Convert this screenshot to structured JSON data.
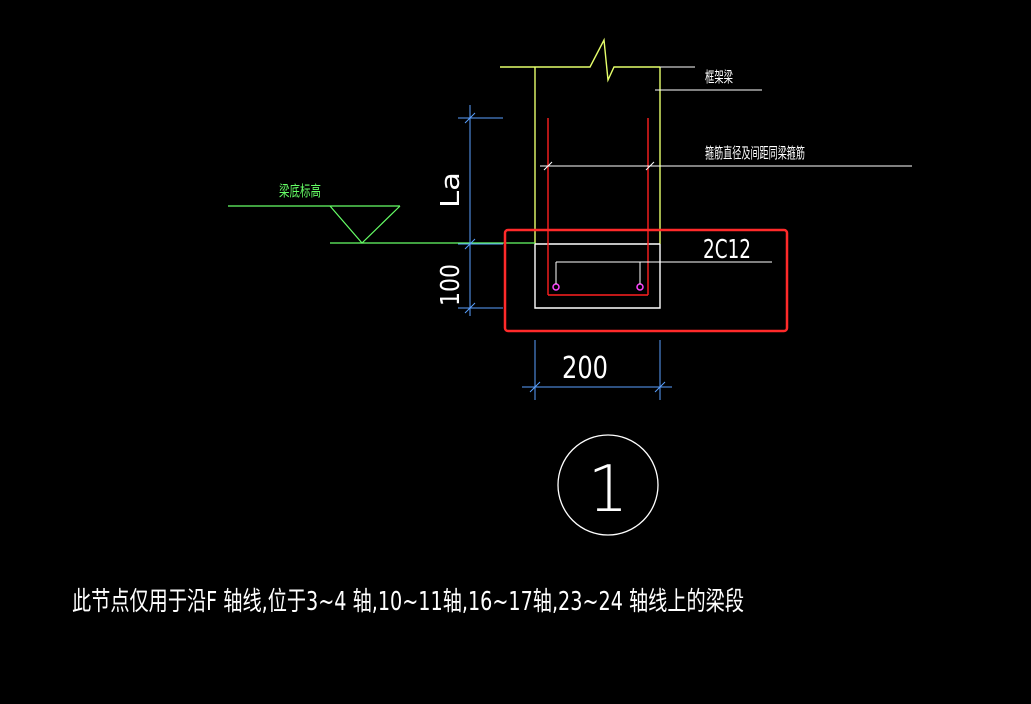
{
  "drawing": {
    "labels": {
      "frame_beam": "框架梁",
      "stirrup_note": "箍筋直径及间距同梁箍筋",
      "beam_bottom_elevation": "梁底标高",
      "rebar": "2C12",
      "anchor_length": "La",
      "depth_dim": "100",
      "width_dim": "200",
      "detail_number": "1"
    },
    "note": "此节点仅用于沿F 轴线,位于3~4 轴,10~11轴,16~17轴,23~24 轴线上的梁段"
  },
  "colors": {
    "background": "#000000",
    "beam_outline": "#e6ff6b",
    "column_outline": "#ffffff",
    "rebar": "#ff2020",
    "dimension": "#5aa0ff",
    "annotation": "#ffffff",
    "leader_green": "#66ff66",
    "rebar_dot": "#ff44ff",
    "highlight_box": "#ff2a2a"
  }
}
